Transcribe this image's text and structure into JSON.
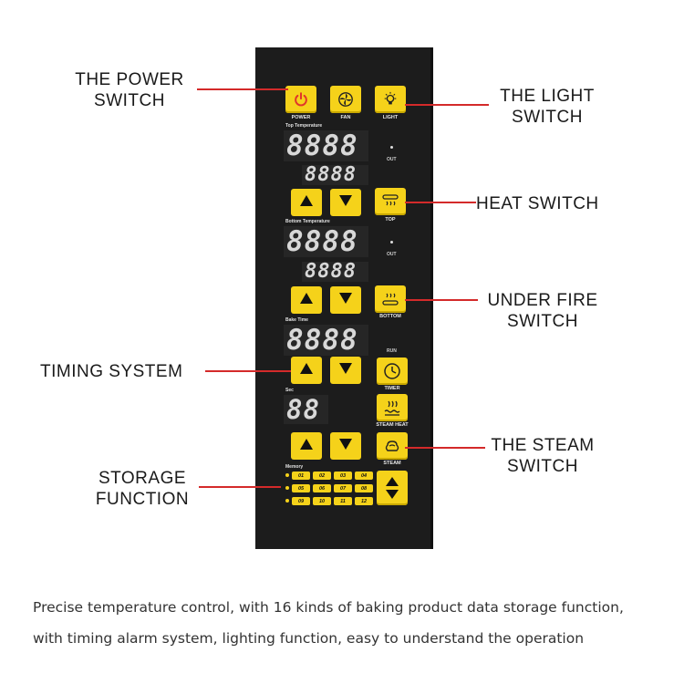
{
  "panel": {
    "buttons": {
      "power": {
        "label": "POWER",
        "icon": "power-icon"
      },
      "fan": {
        "label": "FAN",
        "icon": "fan-icon"
      },
      "light": {
        "label": "LIGHT",
        "icon": "bulb-icon"
      },
      "top": {
        "label": "TOP",
        "icon": "top-heat-icon"
      },
      "bottom": {
        "label": "BOTTOM",
        "icon": "bottom-heat-icon"
      },
      "timer": {
        "label": "TIMER",
        "icon": "clock-icon"
      },
      "steam_heat": {
        "label": "STEAM HEAT",
        "icon": "steam-heat-icon"
      },
      "steam": {
        "label": "STEAM",
        "icon": "steam-icon"
      }
    },
    "sections": {
      "top_temperature": "Top Temperature",
      "bottom_temperature": "Bottom Temperature",
      "bake_time": "Bake Time",
      "sec": "Sec",
      "memory": "Memory"
    },
    "displays": {
      "top_main": "8888",
      "top_small": "8888",
      "bottom_main": "8888",
      "bottom_small": "8888",
      "bake_time": "8888",
      "sec": "88"
    },
    "out_label_1": "OUT",
    "out_label_2": "OUT",
    "run_label": "RUN",
    "memory_slots": [
      "01",
      "02",
      "03",
      "04",
      "05",
      "06",
      "07",
      "08",
      "09",
      "10",
      "11",
      "12"
    ]
  },
  "callouts": {
    "power_switch": [
      "THE POWER",
      "SWITCH"
    ],
    "light_switch": [
      "THE LIGHT",
      "SWITCH"
    ],
    "heat_switch": "HEAT SWITCH",
    "under_fire_switch": [
      "UNDER FIRE",
      "SWITCH"
    ],
    "timing_system": "TIMING SYSTEM",
    "steam_switch": [
      "THE STEAM",
      "SWITCH"
    ],
    "storage_function": [
      "STORAGE",
      "FUNCTION"
    ]
  },
  "caption": {
    "line1": "Precise temperature control, with 16 kinds of baking product data storage function,",
    "line2": "with timing alarm system, lighting function, easy to understand the operation"
  },
  "colors": {
    "accent": "#f5d21a",
    "line": "#d42a2a",
    "panel": "#1c1c1c"
  }
}
